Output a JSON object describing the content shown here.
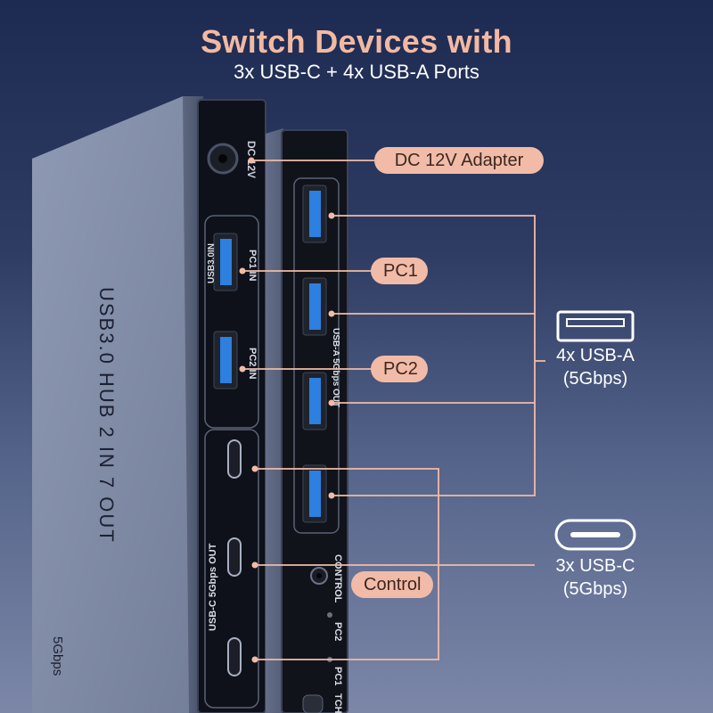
{
  "header": {
    "title": "Switch Devices with",
    "subtitle": "3x USB-C + 4x USB-A Ports"
  },
  "device": {
    "body_text": "USB3.0 HUB 2 IN 7 OUT",
    "corner_text": "5Gbps",
    "dc_label": "DC 12V",
    "usb30_in_label": "USB3.0IN",
    "pc1_in_label": "PC1 IN",
    "pc2_in_label": "PC2 IN",
    "usbc_out_label": "USB-C 5Gbps OUT",
    "usba_out_label": "USB-A 5Gbps OUT",
    "control_label": "CONTROL",
    "led_pc2_label": "PC2",
    "led_pc1_label": "PC1",
    "switch_label": "TCH"
  },
  "callouts": {
    "dc_adapter": "DC 12V Adapter",
    "pc1": "PC1",
    "pc2": "PC2",
    "control": "Control"
  },
  "legend": {
    "usba_line1": "4x USB-A",
    "usba_line2": "(5Gbps)",
    "usbc_line1": "3x USB-C",
    "usbc_line2": "(5Gbps)"
  },
  "colors": {
    "accent": "#f2bba7",
    "title": "#f2b9a2",
    "port_blue": "#2d7fe0",
    "device_grey": "#8893aa"
  }
}
